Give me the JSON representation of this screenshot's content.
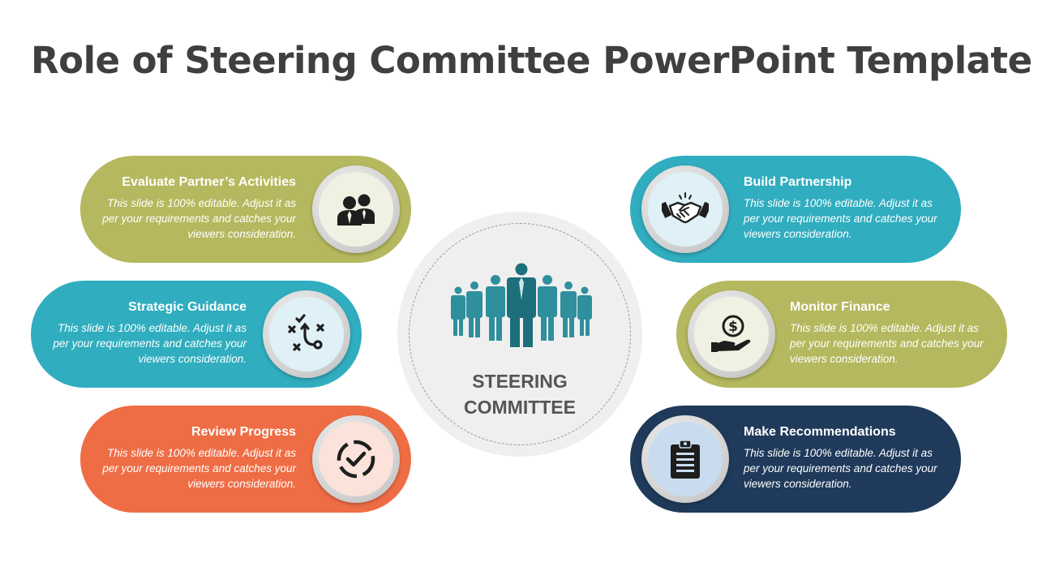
{
  "page": {
    "title": "Role of Steering Committee PowerPoint Template"
  },
  "center": {
    "label_line1": "STEERING",
    "label_line2": "COMMITTEE",
    "icon": "team-people-icon"
  },
  "items": [
    {
      "title": "Evaluate Partner’s Activities",
      "desc": "This slide is 100% editable. Adjust it as per your requirements and catches your viewers consideration.",
      "icon": "business-partners-icon",
      "color": "#b5b85e"
    },
    {
      "title": "Strategic Guidance",
      "desc": "This slide is 100% editable. Adjust it as per your requirements and catches your viewers consideration.",
      "icon": "strategy-icon",
      "color": "#30adbf"
    },
    {
      "title": "Review Progress",
      "desc": "This slide is 100% editable. Adjust it as per your requirements and catches your viewers consideration.",
      "icon": "progress-check-icon",
      "color": "#ef6d45"
    },
    {
      "title": "Build Partnership",
      "desc": "This slide is 100% editable. Adjust it as per your requirements and catches your viewers consideration.",
      "icon": "handshake-icon",
      "color": "#30adbf"
    },
    {
      "title": "Monitor Finance",
      "desc": "This slide is 100% editable. Adjust it as per your requirements and catches your viewers consideration.",
      "icon": "money-hand-icon",
      "color": "#b5b85e"
    },
    {
      "title": "Make Recommendations",
      "desc": "This slide is 100% editable. Adjust it as per your requirements and catches your viewers consideration.",
      "icon": "clipboard-icon",
      "color": "#1f3a5a"
    }
  ]
}
